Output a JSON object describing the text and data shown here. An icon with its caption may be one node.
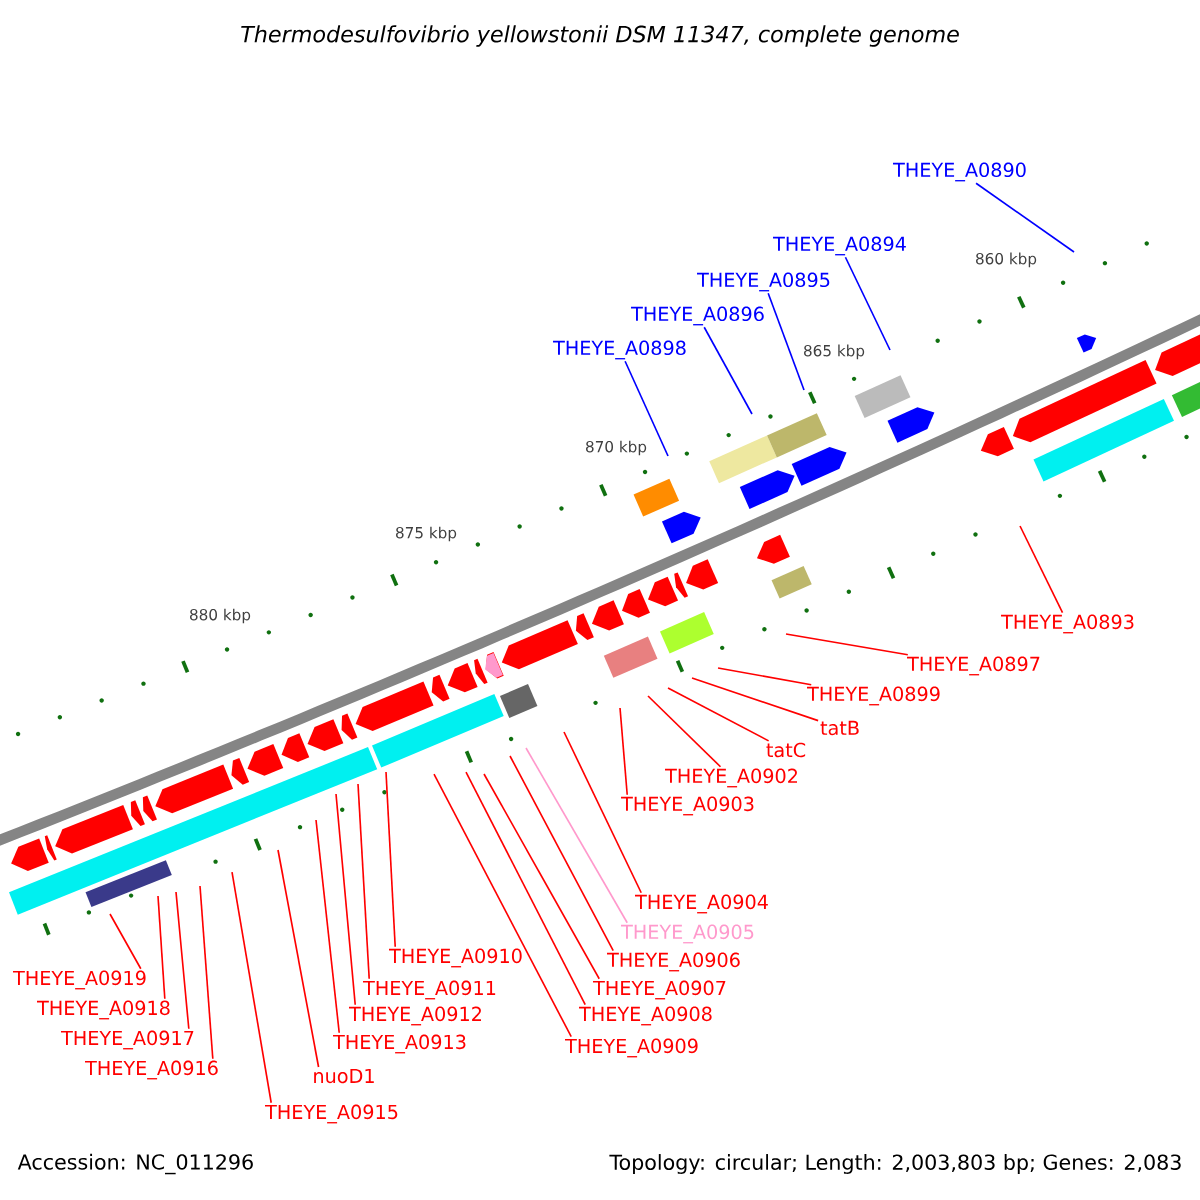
{
  "diagram": {
    "title": "Thermodesulfovibrio yellowstonii DSM 11347, complete genome",
    "nodes": [
      {
        "text": [
          "THEYE_A0890"
        ]
      },
      {
        "text": [
          "THEYE_A0894"
        ]
      },
      {
        "text": [
          "THEYE_A0895"
        ]
      },
      {
        "text": [
          "THEYE_A0896"
        ]
      },
      {
        "text": [
          "THEYE_A0898"
        ]
      },
      {
        "text": [
          "THEYE_A0893"
        ]
      },
      {
        "text": [
          "THEYE_A0897"
        ]
      },
      {
        "text": [
          "THEYE_A0899"
        ]
      },
      {
        "text": [
          "tatB"
        ]
      },
      {
        "text": [
          "tatC"
        ]
      },
      {
        "text": [
          "THEYE_A0902"
        ]
      },
      {
        "text": [
          "THEYE_A0903"
        ]
      },
      {
        "text": [
          "THEYE_A0904"
        ]
      },
      {
        "text": [
          "THEYE_A0905"
        ]
      },
      {
        "text": [
          "THEYE_A0906"
        ]
      },
      {
        "text": [
          "THEYE_A0907"
        ]
      },
      {
        "text": [
          "THEYE_A0908"
        ]
      },
      {
        "text": [
          "THEYE_A0909"
        ]
      },
      {
        "text": [
          "THEYE_A0910"
        ]
      },
      {
        "text": [
          "THEYE_A0911"
        ]
      },
      {
        "text": [
          "THEYE_A0912"
        ]
      },
      {
        "text": [
          "THEYE_A0913"
        ]
      },
      {
        "text": [
          "nuoD1"
        ]
      },
      {
        "text": [
          "THEYE_A0915"
        ]
      },
      {
        "text": [
          "THEYE_A0916"
        ]
      },
      {
        "text": [
          "THEYE_A0917"
        ]
      },
      {
        "text": [
          "THEYE_A0918"
        ]
      },
      {
        "text": [
          "THEYE_A0919"
        ]
      }
    ],
    "edges": [
      {
        "from": 0,
        "to": null,
        "arrow": "none",
        "color": "#0000ff"
      },
      {
        "from": 1,
        "to": null,
        "arrow": "none",
        "color": "#0000ff"
      },
      {
        "from": 2,
        "to": null,
        "arrow": "none",
        "color": "#0000ff"
      },
      {
        "from": 3,
        "to": null,
        "arrow": "none",
        "color": "#0000ff"
      },
      {
        "from": 4,
        "to": null,
        "arrow": "none",
        "color": "#0000ff"
      },
      {
        "from": 5,
        "to": null,
        "arrow": "none"
      },
      {
        "from": 6,
        "to": null,
        "arrow": "none"
      },
      {
        "from": 7,
        "to": null,
        "arrow": "none"
      },
      {
        "from": 8,
        "to": null,
        "arrow": "none"
      },
      {
        "from": 9,
        "to": null,
        "arrow": "none"
      },
      {
        "from": 10,
        "to": null,
        "arrow": "none"
      },
      {
        "from": 11,
        "to": null,
        "arrow": "none"
      },
      {
        "from": 12,
        "to": null,
        "arrow": "none"
      },
      {
        "from": 13,
        "to": null,
        "arrow": "none",
        "color": "#ff99cc"
      },
      {
        "from": 14,
        "to": null,
        "arrow": "none"
      },
      {
        "from": 15,
        "to": null,
        "arrow": "none"
      },
      {
        "from": 16,
        "to": null,
        "arrow": "none"
      },
      {
        "from": 17,
        "to": null,
        "arrow": "none"
      },
      {
        "from": 18,
        "to": null,
        "arrow": "none"
      },
      {
        "from": 19,
        "to": null,
        "arrow": "none"
      },
      {
        "from": 20,
        "to": null,
        "arrow": "none"
      },
      {
        "from": 21,
        "to": null,
        "arrow": "none"
      },
      {
        "from": 22,
        "to": null,
        "arrow": "none"
      },
      {
        "from": 23,
        "to": null,
        "arrow": "none"
      },
      {
        "from": 24,
        "to": null,
        "arrow": "none"
      },
      {
        "from": 25,
        "to": null,
        "arrow": "none"
      },
      {
        "from": 26,
        "to": null,
        "arrow": "none"
      },
      {
        "from": 27,
        "to": null,
        "arrow": "none"
      }
    ],
    "labels": [
      "860 kbp",
      "865 kbp",
      "870 kbp",
      "875 kbp",
      "880 kbp",
      "Accession: NC_011296",
      "Topology: circular; Length: 2,003,803 bp; Genes: 2,083"
    ]
  }
}
